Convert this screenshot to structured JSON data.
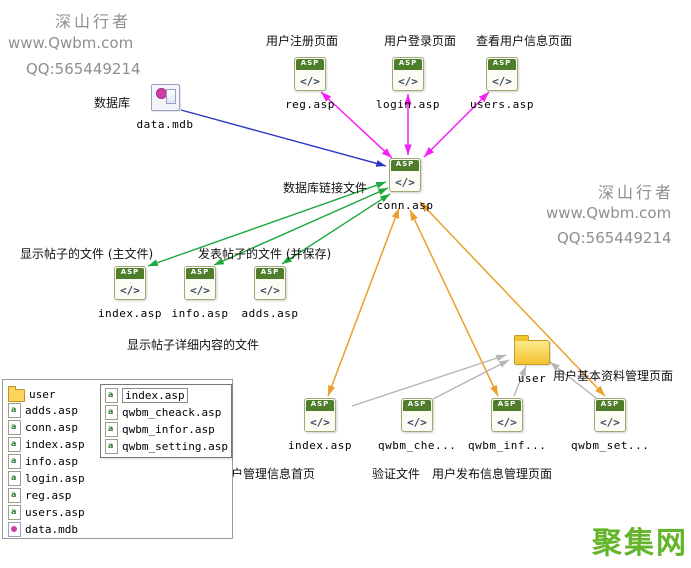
{
  "watermark_top_left": {
    "name": "深山行者",
    "site": "www.Qwbm.com",
    "qq": "QQ:565449214"
  },
  "watermark_right": {
    "name": "深山行者",
    "site": "www.Qwbm.com",
    "qq": "QQ:565449214"
  },
  "site_logo": "聚集网",
  "icon_text": {
    "asp_badge": "ASP",
    "code_glyph": "</>"
  },
  "annotations": {
    "reg_page": "用户注册页面",
    "login_page": "用户登录页面",
    "view_users_page": "查看用户信息页面",
    "database": "数据库",
    "db_link_file": "数据库链接文件",
    "show_posts_main": "显示帖子的文件 (主文件)",
    "publish_posts_save": "发表帖子的文件 (并保存)",
    "show_post_detail": "显示帖子详细内容的文件",
    "user_admin_home": "用户管理信息首页",
    "verify_file": "验证文件",
    "user_publish_admin": "用户发布信息管理页面",
    "user_profile_admin": "用户基本资料管理页面"
  },
  "nodes": {
    "reg": {
      "label": "reg.asp"
    },
    "login": {
      "label": "login.asp"
    },
    "users": {
      "label": "users.asp"
    },
    "conn": {
      "label": "conn.asp"
    },
    "data_mdb": {
      "label": "data.mdb"
    },
    "index_main": {
      "label": "index.asp"
    },
    "info": {
      "label": "info.asp"
    },
    "adds": {
      "label": "adds.asp"
    },
    "index_user": {
      "label": "index.asp"
    },
    "qwbm_cheack": {
      "label": "qwbm_che..."
    },
    "qwbm_infor": {
      "label": "qwbm_inf..."
    },
    "qwbm_setting": {
      "label": "qwbm_set..."
    },
    "user_folder": {
      "label": "user"
    }
  },
  "file_tree": {
    "root_items": [
      {
        "label": "user"
      },
      {
        "label": "adds.asp"
      },
      {
        "label": "conn.asp"
      },
      {
        "label": "index.asp"
      },
      {
        "label": "info.asp"
      },
      {
        "label": "login.asp"
      },
      {
        "label": "reg.asp"
      },
      {
        "label": "users.asp"
      },
      {
        "label": "data.mdb"
      }
    ],
    "user_folder_items": [
      {
        "label": "index.asp"
      },
      {
        "label": "qwbm_cheack.asp"
      },
      {
        "label": "qwbm_infor.asp"
      },
      {
        "label": "qwbm_setting.asp"
      }
    ]
  }
}
